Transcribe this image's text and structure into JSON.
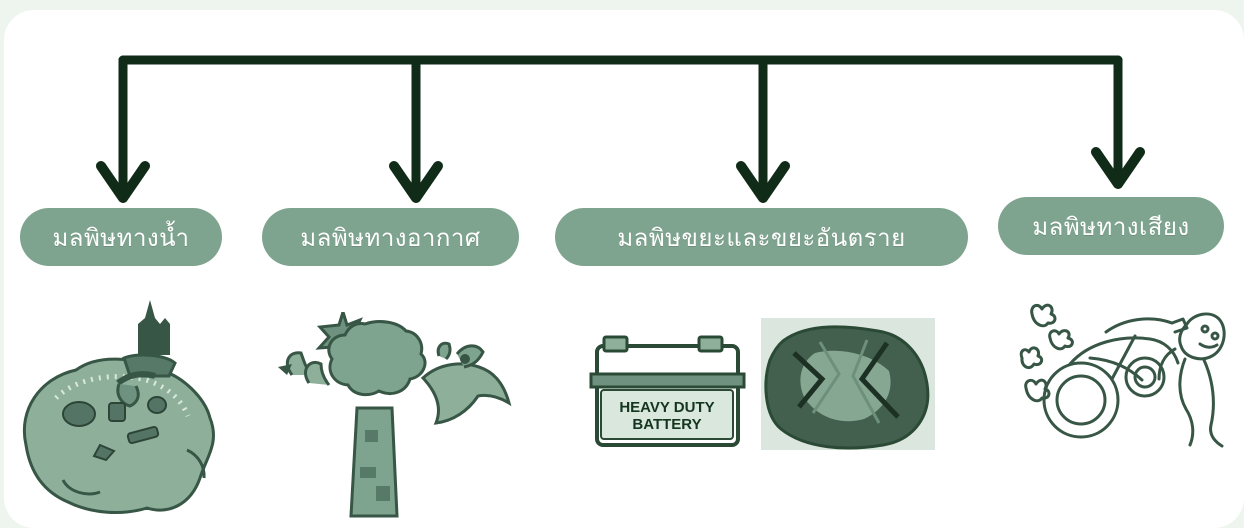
{
  "categories": [
    {
      "label": "มลพิษทางน้ำ"
    },
    {
      "label": "มลพิษทางอากาศ"
    },
    {
      "label": "มลพิษขยะและขยะอันตราย"
    },
    {
      "label": "มลพิษทางเสียง"
    }
  ],
  "illustrations": {
    "battery_text_line1": "HEAVY DUTY",
    "battery_text_line2": "BATTERY"
  },
  "colors": {
    "connector": "#102b18",
    "pill": "#7ea48f",
    "pill_text": "#ffffff",
    "illustration_fill": "#7ea48f",
    "illustration_dark": "#375645"
  }
}
